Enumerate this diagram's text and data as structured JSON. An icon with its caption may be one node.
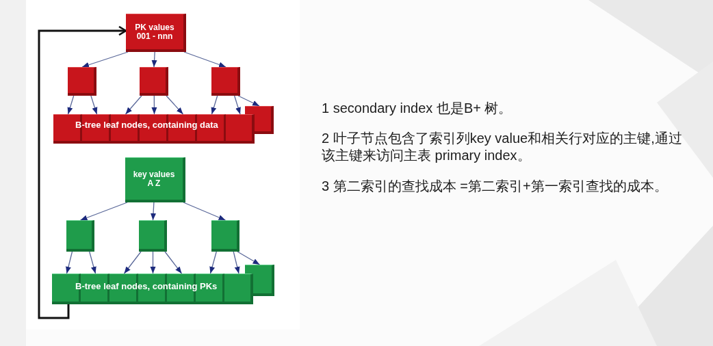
{
  "diagram": {
    "nodes": [
      {
        "text": [
          "PK values 001 - nnn"
        ]
      },
      {
        "text": [],
        "shape": "box"
      },
      {
        "text": [],
        "shape": "box"
      },
      {
        "text": [],
        "shape": "box"
      },
      {
        "text": [],
        "shape": "box"
      },
      {
        "text": [],
        "shape": "box"
      },
      {
        "text": [],
        "shape": "box"
      },
      {
        "text": [],
        "shape": "box"
      },
      {
        "text": [],
        "shape": "box"
      },
      {
        "text": [],
        "shape": "box"
      },
      {
        "text": [],
        "shape": "box"
      },
      {
        "text": [],
        "shape": "box"
      },
      {
        "text": [
          "key values A Z"
        ]
      },
      {
        "text": [],
        "shape": "box"
      },
      {
        "text": [],
        "shape": "box"
      },
      {
        "text": [],
        "shape": "box"
      },
      {
        "text": [],
        "shape": "box"
      },
      {
        "text": [],
        "shape": "box"
      },
      {
        "text": [],
        "shape": "box"
      },
      {
        "text": [],
        "shape": "box"
      },
      {
        "text": [],
        "shape": "box"
      },
      {
        "text": [],
        "shape": "box"
      },
      {
        "text": [],
        "shape": "box"
      },
      {
        "text": [],
        "shape": "box"
      }
    ],
    "edges": [
      {
        "from": 0,
        "to": 1,
        "arrow": "to"
      },
      {
        "from": 0,
        "to": 2,
        "arrow": "to"
      },
      {
        "from": 0,
        "to": 3,
        "arrow": "to"
      },
      {
        "from": 1,
        "to": 4,
        "arrow": "to"
      },
      {
        "from": 1,
        "to": 5,
        "arrow": "to"
      },
      {
        "from": 2,
        "to": 6,
        "arrow": "to"
      },
      {
        "from": 2,
        "to": 7,
        "arrow": "to"
      },
      {
        "from": 2,
        "to": 8,
        "arrow": "to"
      },
      {
        "from": 3,
        "to": 9,
        "arrow": "to"
      },
      {
        "from": 3,
        "to": 10,
        "arrow": "to"
      },
      {
        "from": 3,
        "to": 11,
        "arrow": "to"
      },
      {
        "from": 12,
        "to": 13,
        "arrow": "to"
      },
      {
        "from": 12,
        "to": 14,
        "arrow": "to"
      },
      {
        "from": 12,
        "to": 15,
        "arrow": "to"
      },
      {
        "from": 13,
        "to": 16,
        "arrow": "to"
      },
      {
        "from": 13,
        "to": 17,
        "arrow": "to"
      },
      {
        "from": 14,
        "to": 18,
        "arrow": "to"
      },
      {
        "from": 14,
        "to": 19,
        "arrow": "to"
      },
      {
        "from": 14,
        "to": 20,
        "arrow": "to"
      },
      {
        "from": 15,
        "to": 21,
        "arrow": "to"
      },
      {
        "from": 15,
        "to": 22,
        "arrow": "to"
      },
      {
        "from": 15,
        "to": 23,
        "arrow": "to"
      },
      {
        "from": 16,
        "to": 0,
        "arrow": "to",
        "style": "thick",
        "color": "#111111"
      }
    ],
    "labels": [
      "B-tree leaf nodes, containing data",
      "B-tree leaf nodes, containing PKs",
      "1 secondary index 也是B+ 树。",
      "2 叶子节点包含了索引列key value和相关行对应的主键,通过该主键来访问主表 primary index。",
      "3 第二索引的查找成本 =第二索引+第一索引查找的成本。"
    ]
  }
}
